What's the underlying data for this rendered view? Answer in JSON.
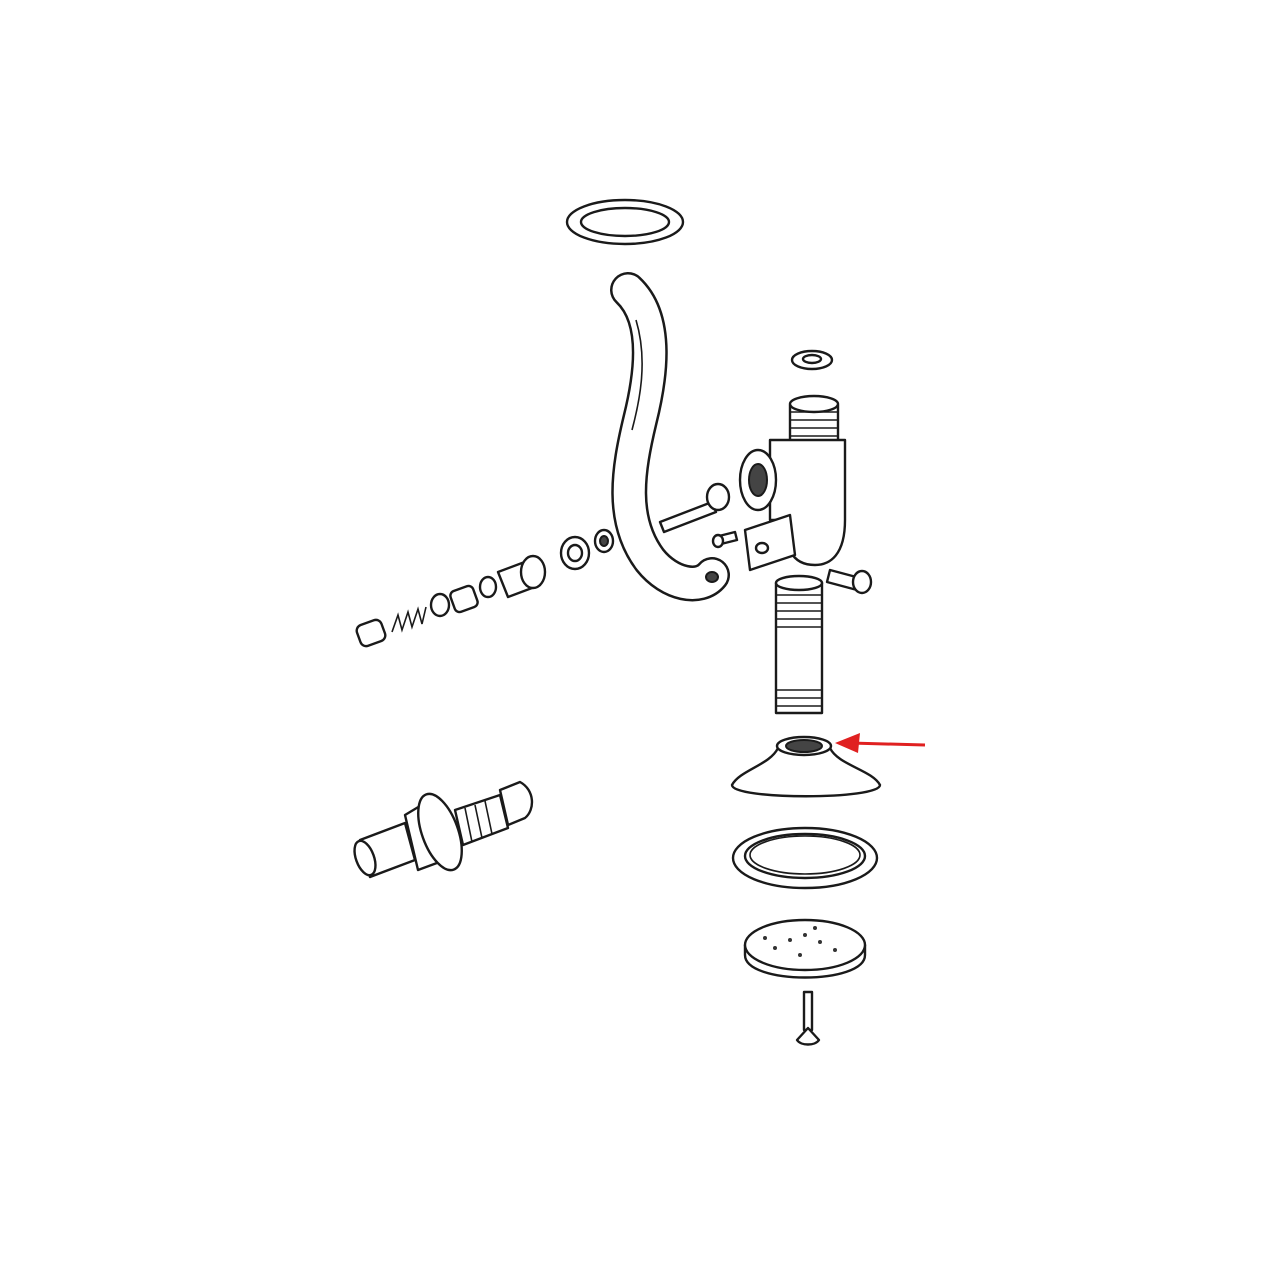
{
  "diagram": {
    "type": "exploded-parts-view",
    "colors": {
      "background": "#ffffff",
      "line": "#1a1a1a",
      "highlight_arrow": "#e02020"
    },
    "highlight": {
      "pointer": "arrow-pointing-left",
      "target": "flange-threaded-insert"
    }
  }
}
